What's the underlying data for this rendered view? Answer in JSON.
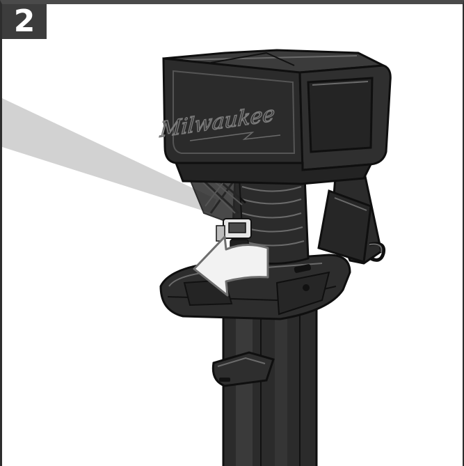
{
  "step": {
    "number": "2"
  },
  "illustration": {
    "brand_text": "Milwaukee",
    "arrow_direction": "left",
    "icons": [
      "step-number-badge",
      "zoom-callout",
      "rotate-arrow-icon"
    ],
    "colors": {
      "body_dark": "#2b2b2b",
      "body_mid": "#3d3d3d",
      "outline": "#0f0f0f",
      "highlight": "#6b6b6b",
      "callout": "#d2d2d2",
      "arrow_fill": "#f2f2f2",
      "frame": "#4a4a4a"
    }
  }
}
